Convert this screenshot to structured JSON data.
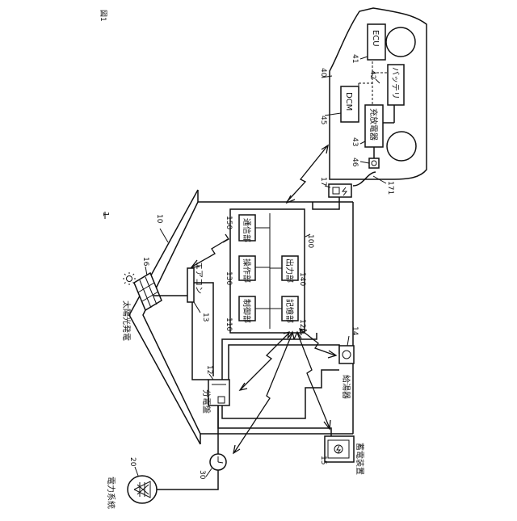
{
  "figure": {
    "label": "図1"
  },
  "system": {
    "ref": "1"
  },
  "house": {
    "ref": "10"
  },
  "grid": {
    "label": "電力系統",
    "ref": "20"
  },
  "meter": {
    "ref": "30"
  },
  "panel": {
    "label": "分電盤",
    "ref": "12"
  },
  "aircon": {
    "label": "エアコン",
    "ref": "13"
  },
  "heater": {
    "label": "給湯器",
    "ref": "14"
  },
  "storage": {
    "label": "蓄電装置",
    "ref": "15"
  },
  "solar": {
    "label": "太陽光発電",
    "ref": "16"
  },
  "charger": {
    "ref": "17",
    "cable_ref": "171"
  },
  "controller": {
    "ref": "100",
    "control": {
      "label": "制御部",
      "ref": "110"
    },
    "memory": {
      "label": "記憶部",
      "ref": "120"
    },
    "operation": {
      "label": "操作部",
      "ref": "130"
    },
    "output": {
      "label": "出力部",
      "ref": "140"
    },
    "comm": {
      "label": "通信部",
      "ref": "150"
    }
  },
  "vehicle": {
    "ref": "40",
    "ecu": {
      "label": "ECU",
      "ref": "41"
    },
    "battery": {
      "label": "バッテリ",
      "ref": "42"
    },
    "charger": {
      "label": "充放電器",
      "ref": "43"
    },
    "dcm": {
      "label": "DCM",
      "ref": "45"
    },
    "inlet": {
      "ref": "46"
    }
  }
}
